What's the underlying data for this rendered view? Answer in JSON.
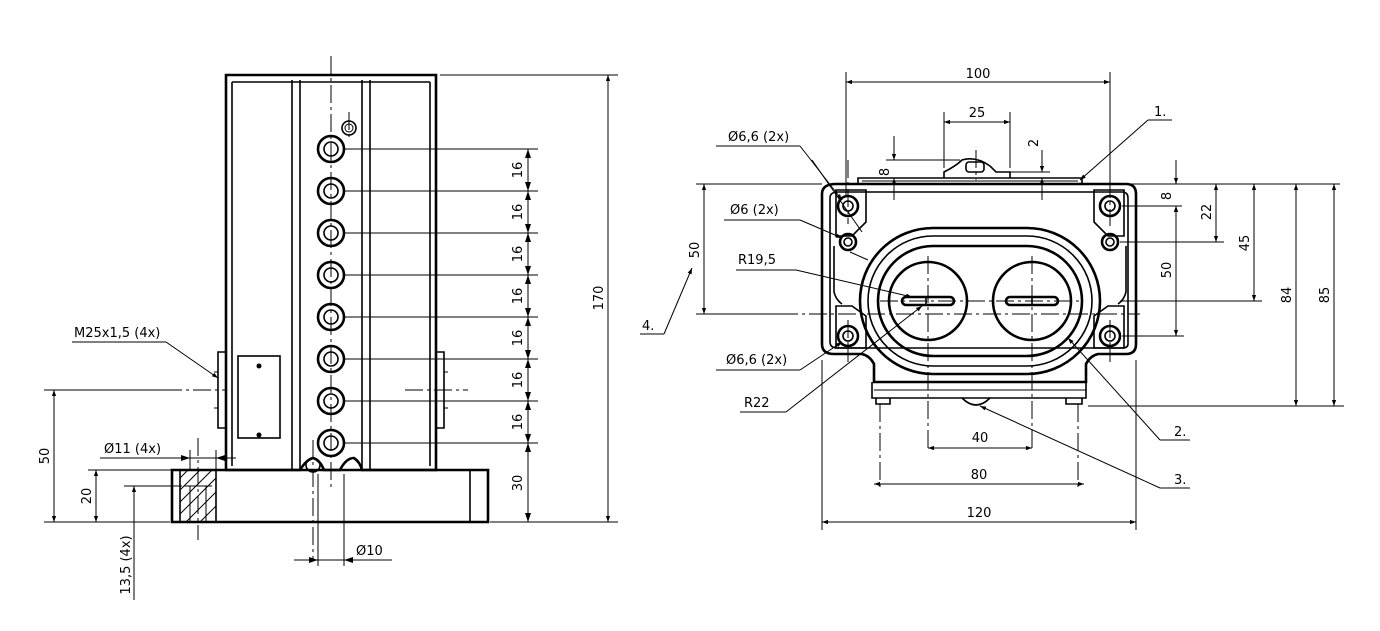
{
  "left_view": {
    "thread_label": "M25x1,5 (4x)",
    "hole_label": "Ø11 (4x)",
    "pitch_labels": [
      "16",
      "16",
      "16",
      "16",
      "16",
      "16",
      "16"
    ],
    "dim_30": "30",
    "dim_170": "170",
    "dim_50": "50",
    "dim_20": "20",
    "dim_13_5": "13,5 (4x)",
    "dim_d10": "Ø10"
  },
  "right_view": {
    "dim_100": "100",
    "dim_25": "25",
    "dim_2": "2",
    "dim_8_left": "8",
    "dim_8_right": "8",
    "dim_22": "22",
    "dim_45": "45",
    "dim_50_right": "50",
    "dim_84": "84",
    "dim_85": "85",
    "dim_50_left": "50",
    "dim_40": "40",
    "dim_80": "80",
    "dim_120": "120",
    "hole_top": "Ø6,6 (2x)",
    "hole_mid": "Ø6 (2x)",
    "hole_bottom": "Ø6,6 (2x)",
    "r195": "R19,5",
    "r22": "R22",
    "callout_1": "1.",
    "callout_2": "2.",
    "callout_3": "3.",
    "callout_4": "4."
  }
}
